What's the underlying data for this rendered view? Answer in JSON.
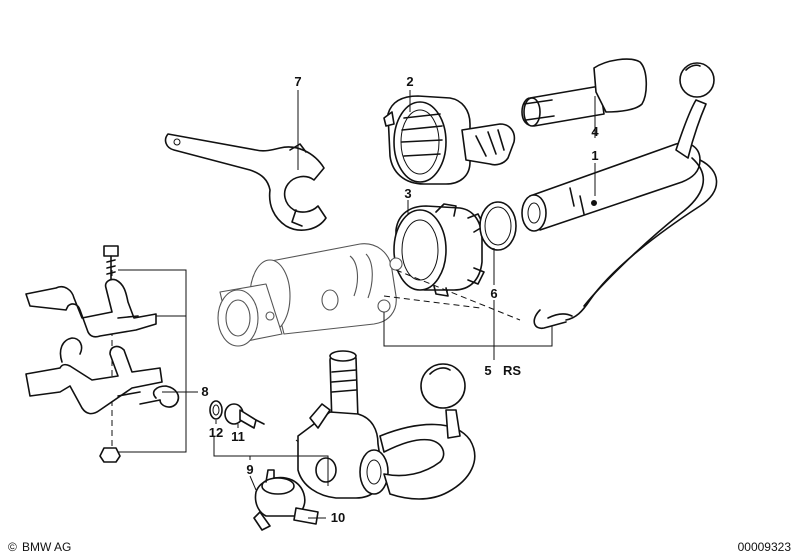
{
  "diagram": {
    "callouts": [
      {
        "id": "7",
        "text": "7"
      },
      {
        "id": "2",
        "text": "2"
      },
      {
        "id": "4",
        "text": "4"
      },
      {
        "id": "1",
        "text": "1"
      },
      {
        "id": "3",
        "text": "3"
      },
      {
        "id": "6",
        "text": "6"
      },
      {
        "id": "5",
        "text": "5"
      },
      {
        "id": "RS",
        "text": "RS"
      },
      {
        "id": "8",
        "text": "8"
      },
      {
        "id": "12",
        "text": "12"
      },
      {
        "id": "11",
        "text": "11"
      },
      {
        "id": "9",
        "text": "9"
      },
      {
        "id": "10",
        "text": "10"
      }
    ],
    "footer": {
      "brand": "BMW AG",
      "copyright_symbol": "©",
      "image_number": "00009323"
    }
  }
}
